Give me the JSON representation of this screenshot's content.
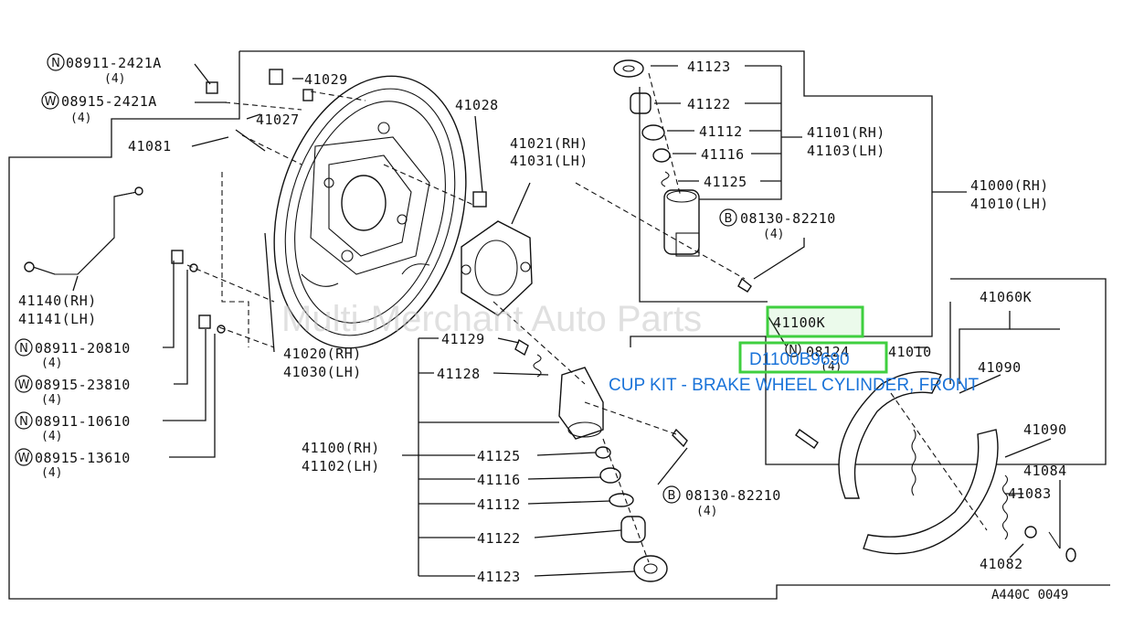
{
  "diagram": {
    "labels": {
      "n_08911_2421a": "08911-2421A",
      "n_08911_2421a_qty": "(4)",
      "w_08915_2421a": "08915-2421A",
      "w_08915_2421a_qty": "(4)",
      "p41029": "41029",
      "p41027": "41027",
      "p41081": "41081",
      "p41028": "41028",
      "p41021": "41021(RH)",
      "p41031": "41031(LH)",
      "p41123_top": "41123",
      "p41122_top": "41122",
      "p41112_top": "41112",
      "p41116_top": "41116",
      "p41125_top": "41125",
      "p41101": "41101(RH)",
      "p41103": "41103(LH)",
      "p41000": "41000(RH)",
      "p41010": "41010(LH)",
      "b_08130_82210_top": "08130-82210",
      "b_08130_82210_top_qty": "(4)",
      "p41140": "41140(RH)",
      "p41141": "41141(LH)",
      "n_08911_20810": "08911-20810",
      "n_08911_20810_qty": "(4)",
      "w_08915_23810": "08915-23810",
      "w_08915_23810_qty": "(4)",
      "n_08911_10610": "08911-10610",
      "n_08911_10610_qty": "(4)",
      "w_08915_13610": "08915-13610",
      "w_08915_13610_qty": "(4)",
      "p41020": "41020(RH)",
      "p41030": "41030(LH)",
      "p41129": "41129",
      "p41128": "41128",
      "p41100k": "41100K",
      "p41060k": "41060K",
      "n_08124": "08124",
      "n_08124_qty": "(4)",
      "p41010_right": "41010",
      "p41090_a": "41090",
      "p41090_b": "41090",
      "p41084": "41084",
      "p41083": "41083",
      "p41082": "41082",
      "p41100": "41100(RH)",
      "p41102": "41102(LH)",
      "p41125_bot": "41125",
      "p41116_bot": "41116",
      "p41112_bot": "41112",
      "p41122_bot": "41122",
      "p41123_bot": "41123",
      "b_08130_82210_bot": "08130-82210",
      "b_08130_82210_bot_qty": "(4)"
    },
    "prefix_letters": {
      "N": "N",
      "W": "W",
      "B": "B"
    },
    "watermark": "Multi-Merchant Auto Parts",
    "highlight": {
      "sku": "D1100B9690",
      "description": "CUP KIT - BRAKE WHEEL CYLINDER, FRONT",
      "accent_color": "#3fcf3f",
      "link_color": "#1a73d9"
    },
    "figure_code": "A440C 0049"
  }
}
